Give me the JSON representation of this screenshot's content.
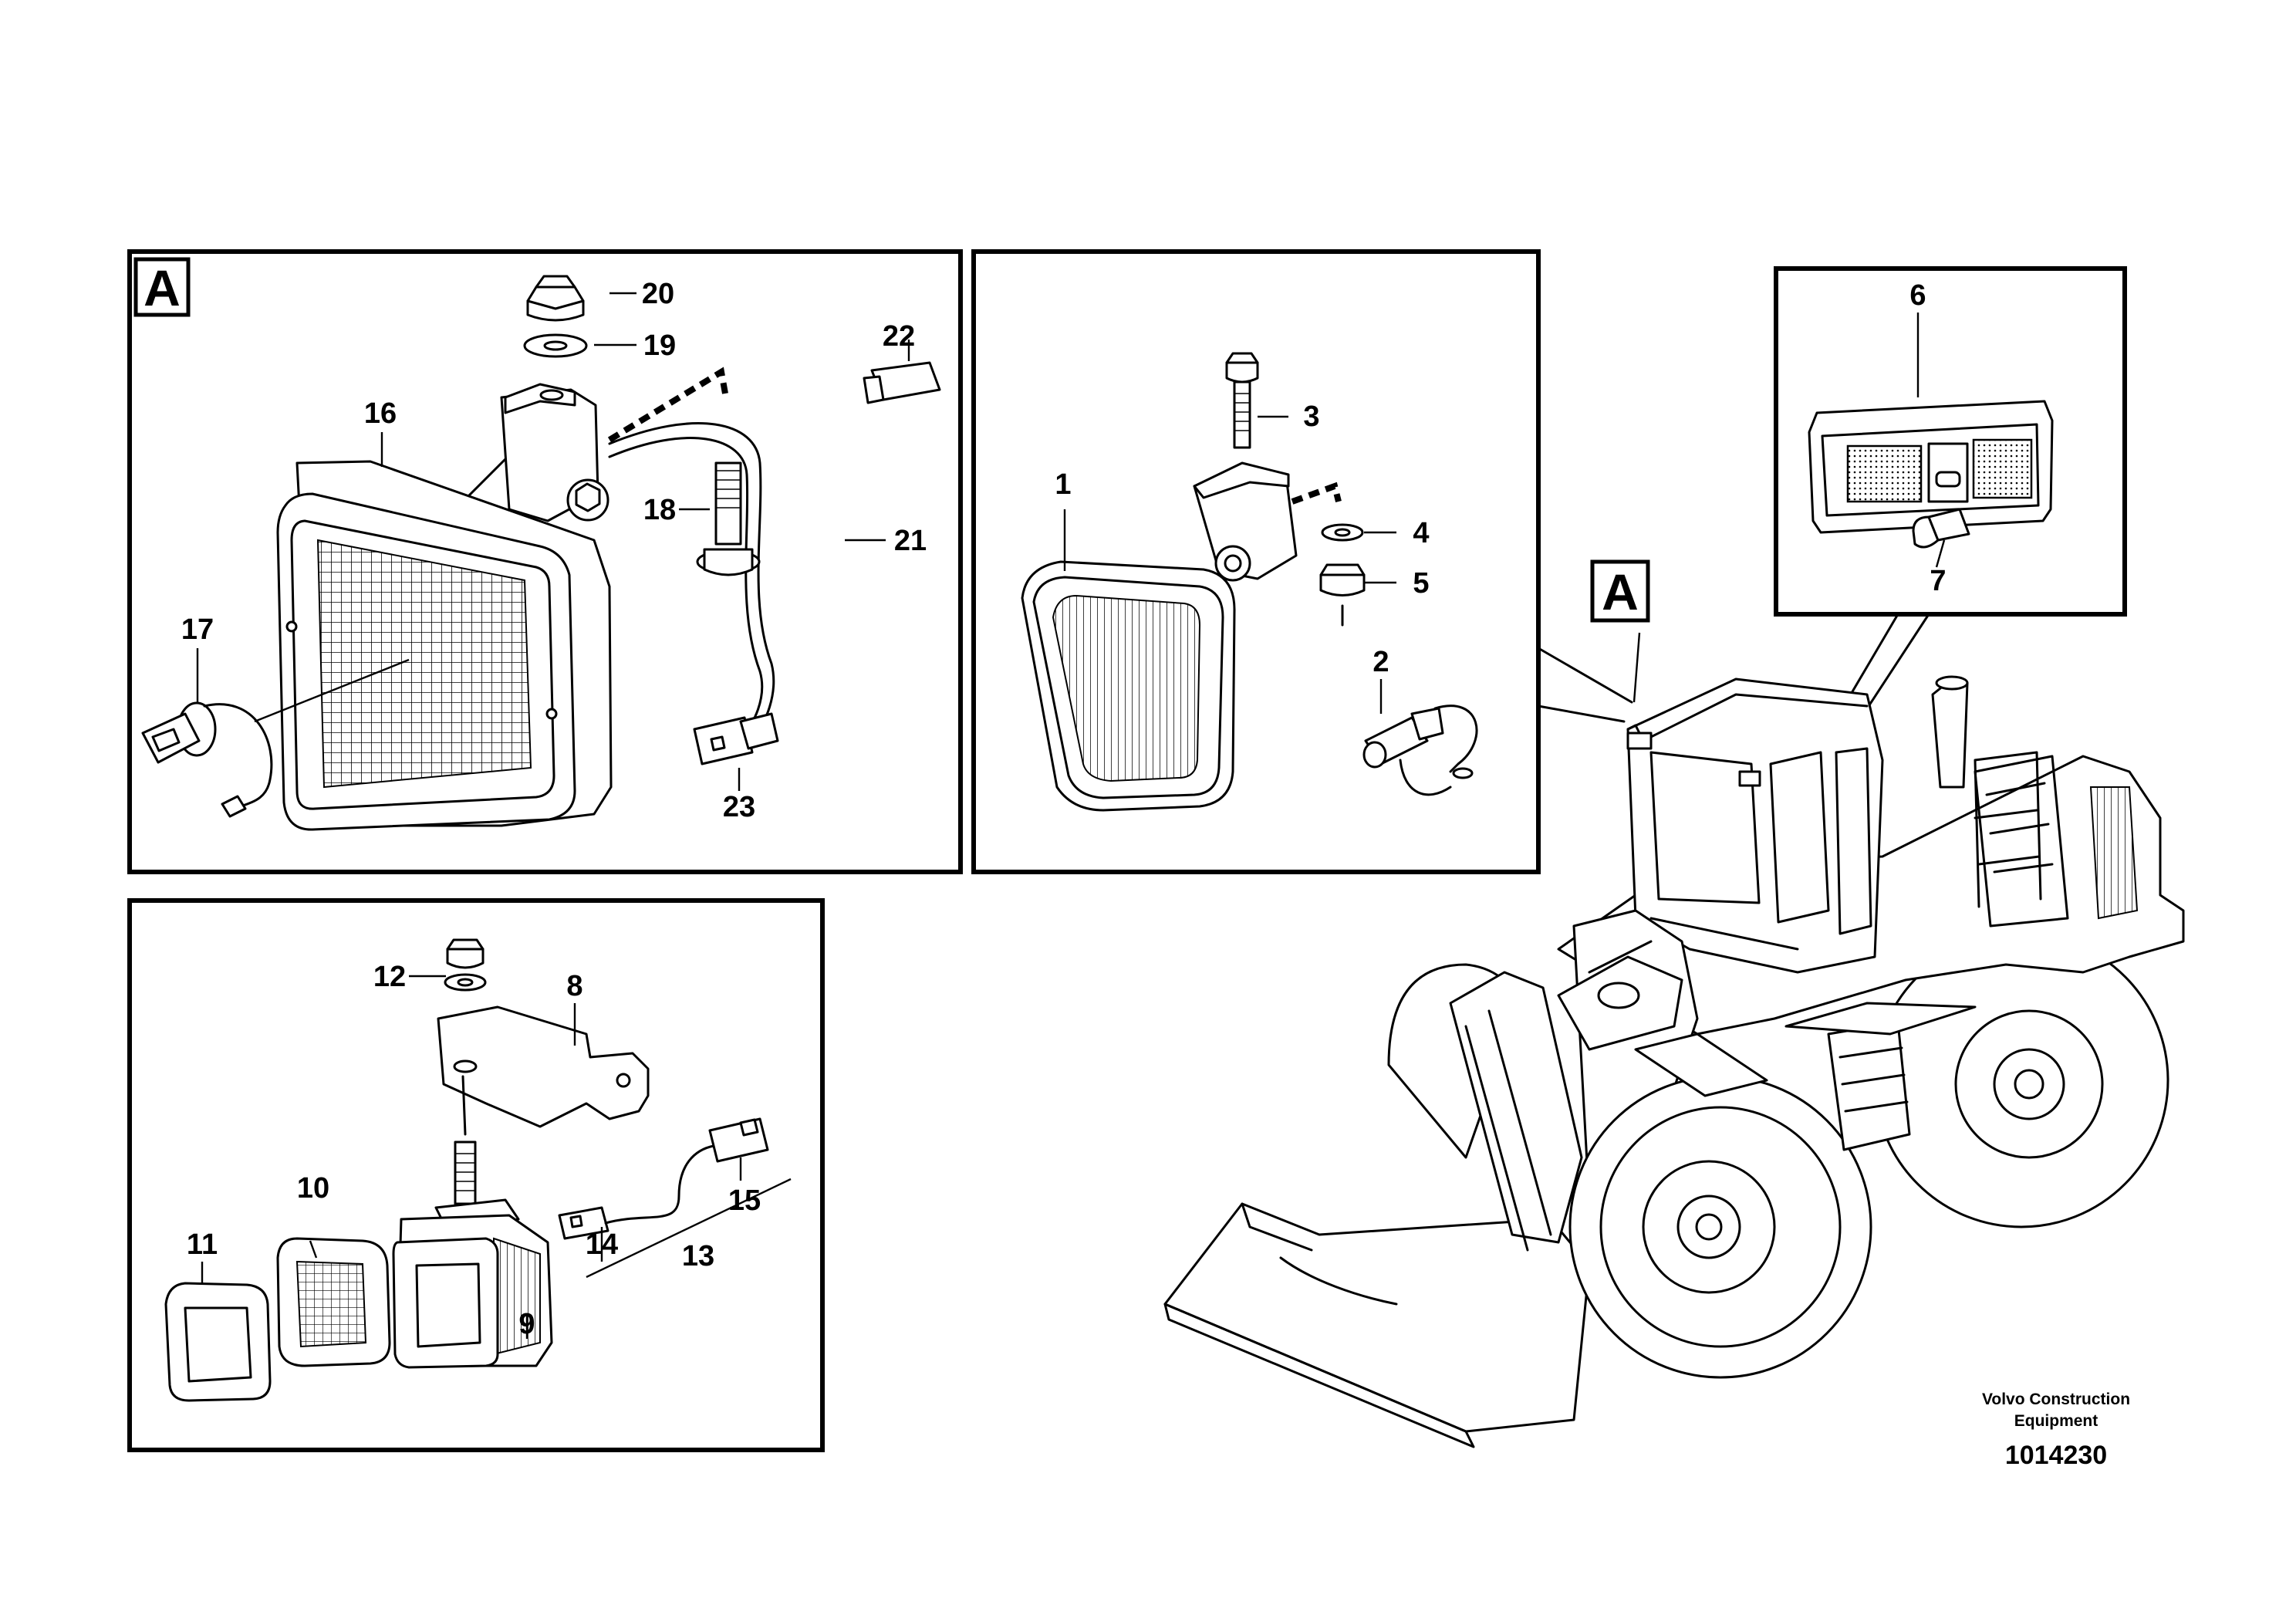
{
  "diagram": {
    "view_tag": "A",
    "callouts": [
      "1",
      "2",
      "3",
      "4",
      "5",
      "6",
      "7",
      "8",
      "9",
      "10",
      "11",
      "12",
      "13",
      "14",
      "15",
      "16",
      "17",
      "18",
      "19",
      "20",
      "21",
      "22",
      "23"
    ],
    "credit_line_1": "Volvo Construction",
    "credit_line_2": "Equipment",
    "document_number": "1014230"
  }
}
